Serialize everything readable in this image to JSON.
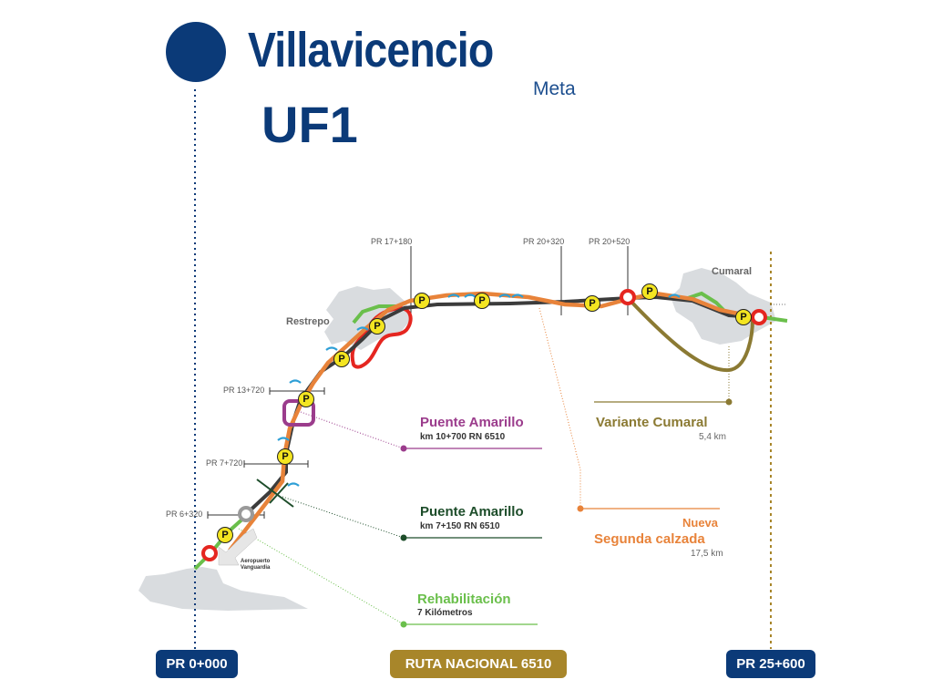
{
  "header": {
    "title": "Villavicencio",
    "department": "Meta",
    "unit": "UF1"
  },
  "towns": {
    "restrepo": "Restrepo",
    "cumaral": "Cumaral"
  },
  "airport": {
    "line1": "Aeropuerto",
    "line2": "Vanguardia"
  },
  "markers": [
    {
      "id": "pr17",
      "label": "PR 17+180"
    },
    {
      "id": "pr20a",
      "label": "PR 20+320"
    },
    {
      "id": "pr20b",
      "label": "PR 20+520"
    },
    {
      "id": "pr13",
      "label": "PR 13+720"
    },
    {
      "id": "pr7",
      "label": "PR 7+720"
    },
    {
      "id": "pr6",
      "label": "PR 6+320"
    }
  ],
  "parking_label": "P",
  "callouts": {
    "puente1": {
      "title": "Puente Amarillo",
      "sub": "km 10+700 RN 6510",
      "color": "#9b3c8c"
    },
    "puente2": {
      "title": "Puente Amarillo",
      "sub": "km 7+150 RN 6510",
      "color": "#1d4d2a"
    },
    "rehab": {
      "title": "Rehabilitación",
      "sub": "7 Kilómetros",
      "color": "#6abf4b"
    },
    "variante": {
      "title": "Variante Cumaral",
      "sub": "5,4 km",
      "color": "#8b7a33"
    },
    "nueva": {
      "title1": "Nueva",
      "title2": "Segunda calzada",
      "sub": "17,5 km",
      "color": "#e8833a"
    }
  },
  "footer": {
    "start": "PR 0+000",
    "route": "RUTA NACIONAL 6510",
    "end": "PR 25+600"
  },
  "colors": {
    "navy": "#0b3a78",
    "gold": "#a8862a",
    "green": "#6abf4b",
    "orange": "#e8833a",
    "red": "#e52620",
    "dark_road": "#3c3c3c",
    "bridge_purple": "#9b3c8c",
    "bridge_green": "#1d4d2a",
    "variante": "#8b7a33",
    "parking_yellow": "#f4e521",
    "town_gray": "#d9dcdf",
    "culvert_blue": "#2e9fd6"
  },
  "icons": [
    "location-dot-icon",
    "parking-icon",
    "roundabout-icon",
    "airport-arrow-icon"
  ]
}
